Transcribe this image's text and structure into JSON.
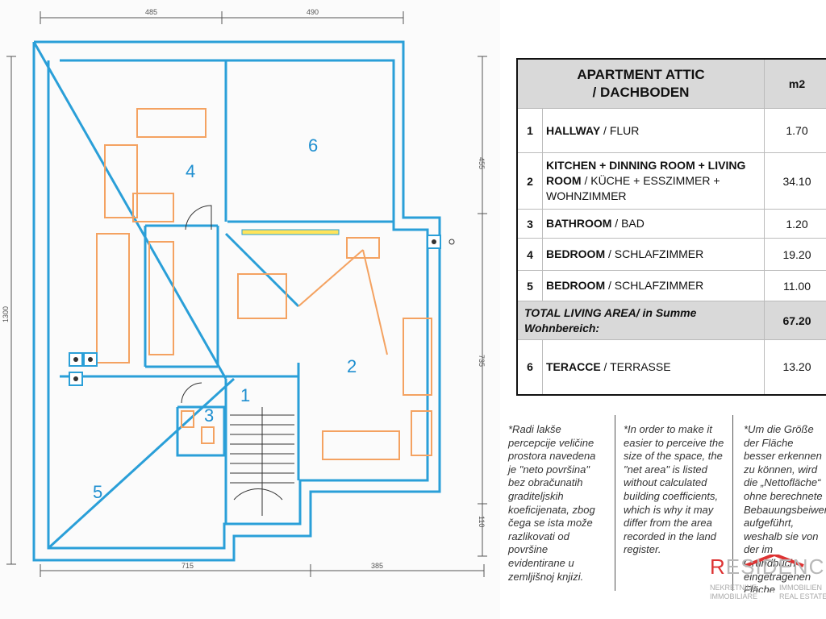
{
  "plan": {
    "dimensions": {
      "top_left": "485",
      "top_right": "490",
      "left": "1300",
      "right_upper": "455",
      "right_middle": "735",
      "right_lower": "110",
      "bottom_left": "715",
      "bottom_right": "385"
    },
    "room_labels": [
      "1",
      "2",
      "3",
      "4",
      "5",
      "6"
    ],
    "colors": {
      "walls": "#2a9fd8",
      "furniture": "#f4a261",
      "labels": "#1f8fd0"
    }
  },
  "table": {
    "title_line1": "APARTMENT ATTIC",
    "title_line2": "/  DACHBODEN",
    "unit": "m2",
    "rows": [
      {
        "num": "1",
        "name_en": "HALLWAY",
        "name_de": "FLUR",
        "area": "1.70"
      },
      {
        "num": "2",
        "name_en": "KITCHEN + DINNING ROOM + LIVING ROOM",
        "name_de": "KÜCHE + ESSZIMMER + WOHNZIMMER",
        "area": "34.10"
      },
      {
        "num": "3",
        "name_en": "BATHROOM",
        "name_de": "BAD",
        "area": "1.20"
      },
      {
        "num": "4",
        "name_en": "BEDROOM",
        "name_de": "SCHLAFZIMMER",
        "area": "19.20"
      },
      {
        "num": "5",
        "name_en": "BEDROOM",
        "name_de": "SCHLAFZIMMER",
        "area": "11.00"
      }
    ],
    "total": {
      "label": "TOTAL LIVING AREA/ in Summe Wohnbereich:",
      "area": "67.20"
    },
    "extra": {
      "num": "6",
      "name_en": "TERACCE",
      "name_de": "TERRASSE",
      "area": "13.20"
    }
  },
  "notes": {
    "hr": "*Radi lakše percepcije veličine prostora navedena je \"neto površina\" bez obračunatih graditeljskih koeficijenata, zbog čega se ista može razlikovati od površine evidentirane u zemljišnoj knjizi.",
    "en": "*In order to make it easier to perceive the size of the space, the \"net area\" is listed without calculated building coefficients, which is why it may differ from the area recorded in the land register.",
    "de": "*Um die Größe der Fläche besser erkennen zu können, wird die „Nettofläche“ ohne berechnete Bebauungsbeiwerte aufgeführt, weshalb sie von der im Grundbuch eingetragenen Fläche abweichen kann."
  },
  "logo": {
    "r": "R",
    "rest": "ESIDENCE",
    "sub_left": "NEKRETNINE\nIMMOBILIARE",
    "sub_right": "IMMOBILIEN\nREAL ESTATE"
  }
}
